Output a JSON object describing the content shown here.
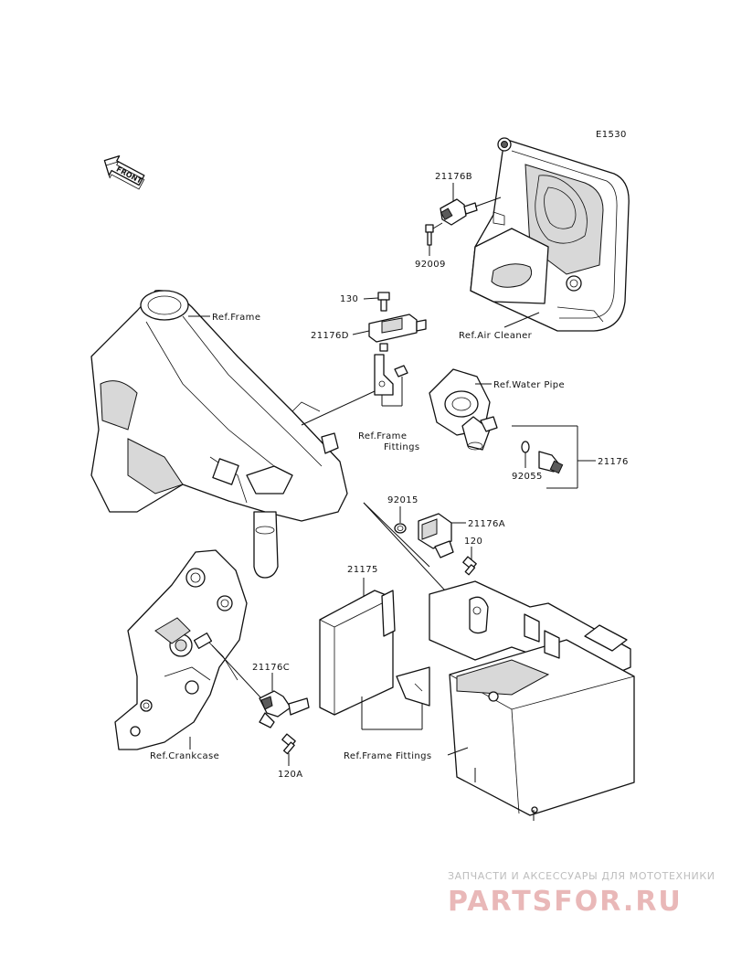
{
  "diagram_code": "E1530",
  "front_marker": "FRONT",
  "parts": {
    "p21176B": "21176B",
    "p92009": "92009",
    "p130": "130",
    "p21176D": "21176D",
    "p21176": "21176",
    "p92055": "92055",
    "p92015": "92015",
    "p21176A": "21176A",
    "p120": "120",
    "p21175": "21175",
    "p21176C": "21176C",
    "p120A": "120A"
  },
  "refs": {
    "frame": "Ref.Frame",
    "air_cleaner": "Ref.Air Cleaner",
    "water_pipe": "Ref.Water Pipe",
    "frame_fittings_1": "Ref.Frame",
    "frame_fittings_2": "Fittings",
    "frame_fittings_bottom": "Ref.Frame Fittings",
    "crankcase": "Ref.Crankcase"
  },
  "watermark": {
    "line1": "ЗАПЧАСТИ И АКСЕССУАРЫ ДЛЯ МОТОТЕХНИКИ",
    "line2": "PARTSFOR.RU"
  }
}
